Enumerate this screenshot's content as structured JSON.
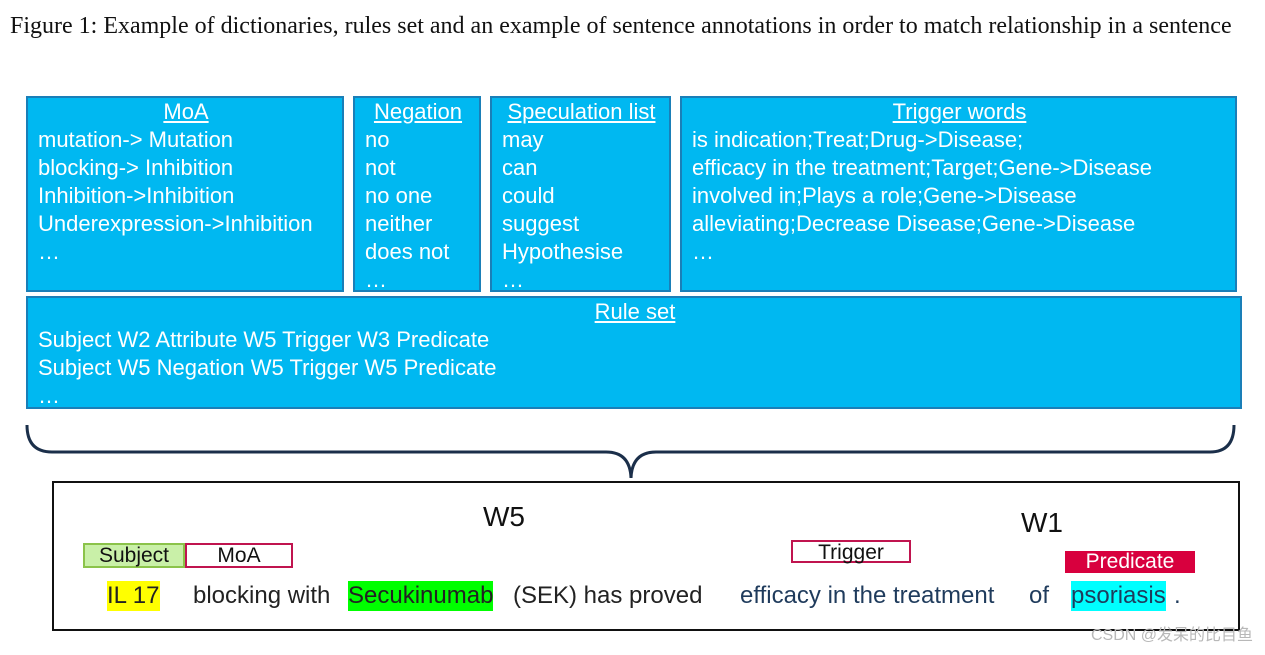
{
  "caption": "Figure 1: Example of dictionaries, rules set and an example of sentence annotations in order to match relationship in a sentence",
  "boxes": {
    "moa": {
      "title": "MoA",
      "lines": [
        "mutation-> Mutation",
        "blocking-> Inhibition",
        "Inhibition->Inhibition",
        "Underexpression->Inhibition",
        "…"
      ]
    },
    "negation": {
      "title": "Negation",
      "lines": [
        "no",
        "not",
        "no one",
        "neither",
        "does not",
        "…"
      ]
    },
    "speculation": {
      "title": "Speculation list",
      "lines": [
        "may",
        "can",
        "could",
        "suggest",
        "Hypothesise",
        "…"
      ]
    },
    "trigger": {
      "title": "Trigger words",
      "lines": [
        "is indication;Treat;Drug->Disease;",
        "efficacy in the treatment;Target;Gene->Disease",
        "involved in;Plays a role;Gene->Disease",
        "alleviating;Decrease Disease;Gene->Disease",
        "…"
      ]
    },
    "rules": {
      "title": "Rule set",
      "lines": [
        "Subject W2 Attribute W5 Trigger W3 Predicate",
        "Subject W5 Negation W5 Trigger W5 Predicate",
        "…"
      ]
    }
  },
  "sentence": {
    "il17": "IL 17",
    "blocking": "blocking with",
    "secukinumab": "Secukinumab",
    "sek": "(SEK) has proved",
    "efficacy": "efficacy in the treatment",
    "of": "of",
    "psoriasis": "psoriasis",
    "period": "."
  },
  "tags": {
    "subject": "Subject",
    "moa": "MoA",
    "trigger": "Trigger",
    "predicate": "Predicate",
    "w5": "W5",
    "w1": "W1"
  },
  "colors": {
    "box_fill": "#00b8f1",
    "box_border": "#1a7fb8",
    "subject_highlight": "#ffff00",
    "drug_highlight": "#00ff00",
    "disease_highlight": "#00ffff",
    "predicate_tag": "#d8003e",
    "subject_tag": "#c9f0a8",
    "tag_border": "#c0144f",
    "trigger_text": "#1f3b5c"
  },
  "watermark": "CSDN @发呆的比目鱼"
}
